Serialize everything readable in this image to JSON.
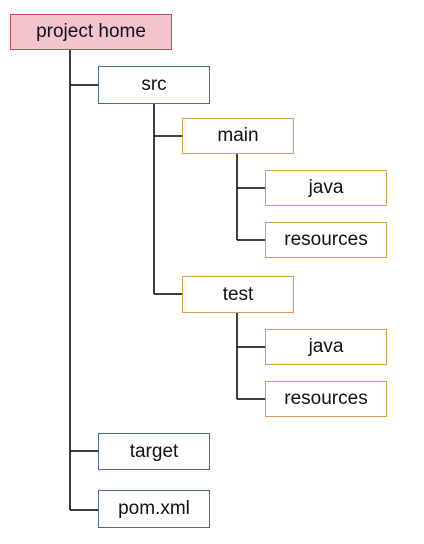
{
  "tree": {
    "root": "project home",
    "src": "src",
    "main": "main",
    "main_java": "java",
    "main_resources": "resources",
    "test": "test",
    "test_java": "java",
    "test_resources": "resources",
    "target": "target",
    "pom": "pom.xml"
  },
  "colors": {
    "root_fill": "#f4c4cc",
    "root_border": "#c0504d",
    "blue_border": "#4a6a94",
    "gold_border": "#d4a04a",
    "line": "#000000"
  }
}
